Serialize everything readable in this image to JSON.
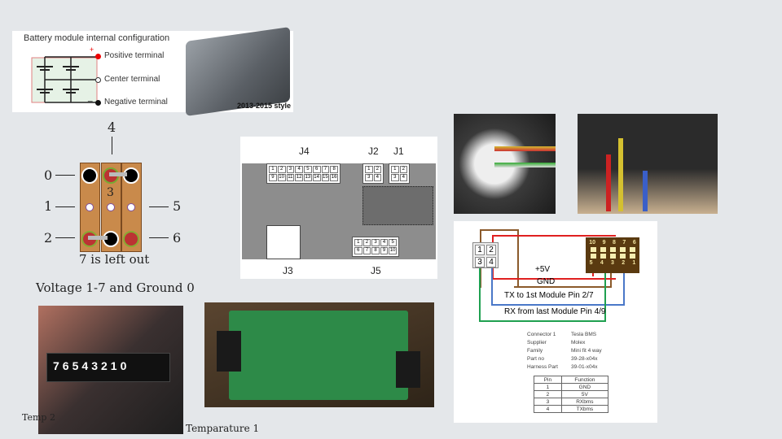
{
  "battery_figure": {
    "title": "Battery module internal configuration",
    "positive": "Positive terminal",
    "center": "Center terminal",
    "negative": "Negative terminal",
    "style_label": "2013-2015 style",
    "plus": "+",
    "minus": "_"
  },
  "pin_diagram": {
    "labels": [
      "0",
      "1",
      "2",
      "3",
      "4",
      "5",
      "6"
    ],
    "note": "7 is left out",
    "caption": "Voltage 1-7 and Ground 0"
  },
  "pcb": {
    "headers": [
      "J4",
      "J2",
      "J1",
      "J3",
      "J5"
    ],
    "j4_pins": [
      "1",
      "2",
      "3",
      "4",
      "5",
      "6",
      "7",
      "8",
      "9",
      "10",
      "11",
      "12",
      "13",
      "14",
      "15",
      "16"
    ],
    "j12_pins": [
      "1",
      "2",
      "3",
      "4"
    ],
    "j5_pins": [
      "1",
      "2",
      "3",
      "4",
      "5",
      "6",
      "7",
      "8",
      "9",
      "10"
    ]
  },
  "connector_photo": {
    "pin_labels": [
      "7",
      "6",
      "5",
      "4",
      "3",
      "2",
      "1",
      "0"
    ]
  },
  "captions": {
    "temp2": "Temp 2",
    "temp1": "Temparature 1"
  },
  "wiring": {
    "small_pins": [
      "1",
      "2",
      "3",
      "4"
    ],
    "big_top": [
      "10",
      "9",
      "8",
      "7",
      "6"
    ],
    "big_bottom": [
      "5",
      "4",
      "3",
      "2",
      "1"
    ],
    "wire_5v": "+5V",
    "wire_gnd": "GND",
    "wire_tx": "TX to 1st Module Pin 2/7",
    "wire_rx": "RX from last Module Pin 4/9",
    "colors": {
      "5v": "#e02020",
      "gnd": "#8b5a2b",
      "tx": "#4a78c8",
      "rx": "#1fa050"
    },
    "specs": [
      [
        "Connector 1",
        "Tesla BMS"
      ],
      [
        "Supplier",
        "Molex"
      ],
      [
        "Family",
        "Mini fit 4 way"
      ],
      [
        "Part no",
        "39-28-x04x"
      ],
      [
        "Harness Part",
        "39-01-x04x"
      ]
    ],
    "table_header": [
      "Pin",
      "Function"
    ],
    "table_rows": [
      [
        "1",
        "GND"
      ],
      [
        "2",
        "5V"
      ],
      [
        "3",
        "RXbms"
      ],
      [
        "4",
        "TXbms"
      ]
    ]
  }
}
